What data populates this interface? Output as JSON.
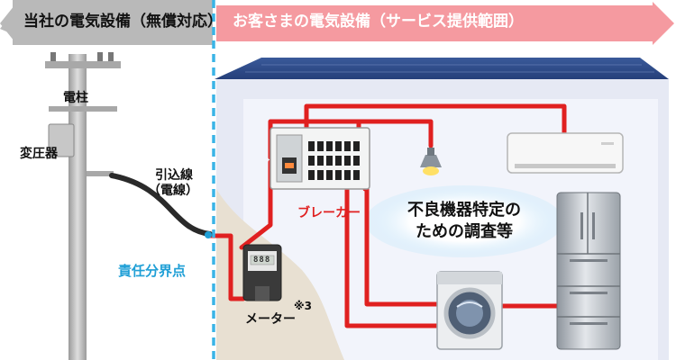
{
  "header": {
    "left_label": "当社の電気設備（無償対応）",
    "right_label": "お客さまの電気設備（サービス提供範囲）"
  },
  "labels": {
    "pole": "電柱",
    "transformer": "変圧器",
    "service_line_1": "引込線",
    "service_line_2": "（電線）",
    "demarcation_point": "責任分界点",
    "breaker": "ブレーカー",
    "meter": "メーター",
    "meter_note": "※3",
    "callout_line1": "不良機器特定の",
    "callout_line2": "ための調査等",
    "meter_display": "888"
  },
  "colors": {
    "left_band": "#b9b9b9",
    "right_band": "#f59aa0",
    "divider": "#3ab4e6",
    "wire": "#e02020",
    "roof": "#2f4f90",
    "house_wall": "#e6e9f4",
    "ground": "#e8e0d2",
    "demarcation_text": "#1f9fd6"
  }
}
